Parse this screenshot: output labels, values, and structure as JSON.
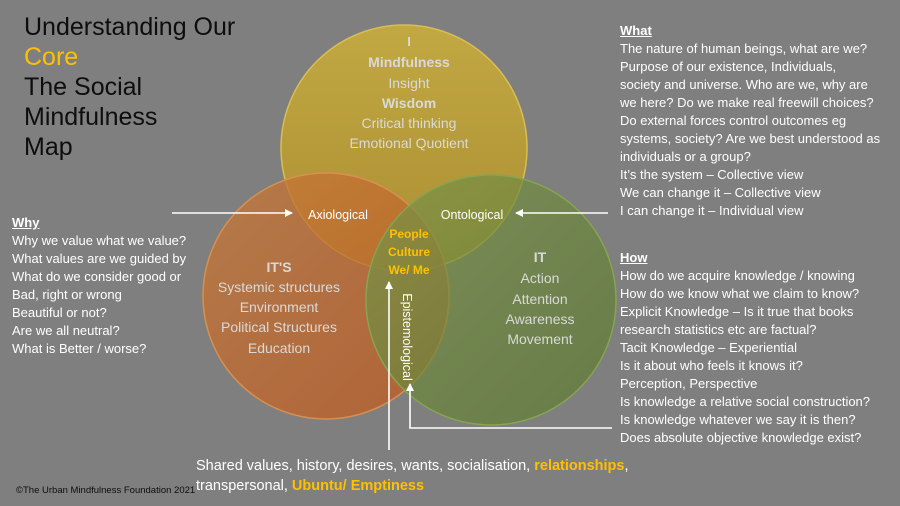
{
  "title": {
    "line1": "Understanding Our",
    "accent": "Core",
    "line3": "The Social",
    "line4": "Mindfulness",
    "line5": "Map"
  },
  "circles": {
    "top": {
      "heading": "I",
      "lines": [
        "Mindfulness",
        "Insight",
        "Wisdom",
        "Critical thinking",
        "Emotional Quotient"
      ],
      "bold_lines": [
        0,
        2
      ],
      "color": "#bfa233"
    },
    "left": {
      "heading": "IT'S",
      "lines": [
        "Systemic structures",
        "Environment",
        "Political Structures",
        "Education"
      ],
      "color": "#c07030"
    },
    "right": {
      "heading": "IT",
      "lines": [
        "Action",
        "Attention",
        "Awareness",
        "Movement"
      ],
      "color": "#6e8b3d"
    }
  },
  "intersections": {
    "axiological": "Axiological",
    "ontological": "Ontological",
    "epistemological": "Epistemological",
    "center": [
      "People",
      "Culture",
      "We/ Me"
    ]
  },
  "what": {
    "heading": "What",
    "lines": [
      "The nature of human beings, what are we?",
      "Purpose of our existence, Individuals,",
      "society and universe.  Who are we, why are",
      "we here? Do we make real freewill choices?",
      "Do external forces control outcomes eg",
      "systems, society? Are we best understood as",
      "individuals or a group?",
      "It’s the system – Collective view",
      "We can change it – Collective view",
      "I can change it – Individual view"
    ]
  },
  "why": {
    "heading": "Why",
    "lines": [
      "Why we value what we value?",
      "What values are we guided by",
      "What do we consider good or",
      "Bad, right or wrong",
      "Beautiful or not?",
      "Are we all neutral?",
      "What is Better / worse?"
    ]
  },
  "how": {
    "heading": "How",
    "lines": [
      "How do we acquire knowledge / knowing",
      "How do we know what we claim to know?",
      "Explicit Knowledge – Is it true that books",
      "research statistics etc are factual?",
      "Tacit Knowledge – Experiential",
      "Is it about who feels it knows it?",
      "Perception, Perspective",
      "Is knowledge a relative social construction?",
      "Is knowledge whatever we say it is then?",
      "Does absolute objective knowledge exist?"
    ]
  },
  "bottom": {
    "part1": "Shared values, history, desires, wants, socialisation, ",
    "highlight1": "relationships",
    "part2": ",",
    "part3": "transpersonal, ",
    "highlight2": "Ubuntu/ Emptiness"
  },
  "copyright": "©The Urban Mindfulness Foundation 2021",
  "colors": {
    "background": "#7f7f7f",
    "accent": "#ffc000",
    "circle_text": "#d9d9d9",
    "white": "#ffffff"
  }
}
